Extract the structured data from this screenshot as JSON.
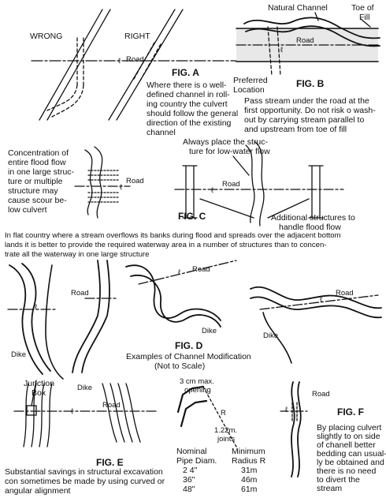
{
  "figA": {
    "wrong": "WRONG",
    "right": "RIGHT",
    "road": "Road",
    "title": "FIG. A",
    "caption": [
      "Where there is o well-",
      "defined channel in roll-",
      "ing country the culvert",
      "should follow the general",
      "direction of the existing",
      "channel"
    ]
  },
  "figB": {
    "natural_channel": "Natural Channel",
    "toe": [
      "Toe of",
      "Fill"
    ],
    "road": "Road",
    "preferred": [
      "Preferred",
      "Location"
    ],
    "title": "FIG. B",
    "caption": [
      "Pass stream under the road at the",
      "first opportunity. Do not risk o wash-",
      "out by carrying stream parallel to",
      "and upstream from toe of fill"
    ]
  },
  "figC": {
    "left_note": [
      "Concentration of",
      "entire flood flow",
      "in one large struc-",
      "ture or multiple",
      "structure may",
      "cause scour be-",
      "low culvert"
    ],
    "top_note": [
      "Always place the struc-",
      "ture for low-water flow"
    ],
    "road": "Road",
    "title": "FIG. C",
    "additional": [
      "Additional structures to",
      "handle flood flow"
    ],
    "caption": [
      "In flat country where a stream overflows its banks during flood and spreads over the adjacent bottom",
      "lands it is better to provide the required waterway area in a number of structures than to concen-",
      "trate all the waterway in one large structure"
    ]
  },
  "figD": {
    "road1": "Road",
    "road2": "Road",
    "road3": "Road",
    "dike1": "Dike",
    "dike2": "Dike",
    "dike3": "Dike",
    "dike4": "Dike",
    "title": "FIG. D",
    "caption": [
      "Examples of Channel Modification",
      "(Not to Scale)"
    ]
  },
  "figE": {
    "junction": [
      "Junction",
      "Box"
    ],
    "road": "Road",
    "opening": [
      "3 cm max.",
      "opening"
    ],
    "joints": [
      "1.22m.",
      "joints"
    ],
    "r": "R",
    "title": "FIG. E",
    "caption": [
      "Substantial savings in structural excavation",
      "con sometimes be made by using curved or",
      "angular alignment"
    ],
    "table": {
      "col1": [
        "Nominal",
        "Pipe Diam."
      ],
      "col2": [
        "Minimum",
        "Radius R"
      ],
      "rows": [
        [
          "2 4\"",
          "31m"
        ],
        [
          "36\"",
          "46m"
        ],
        [
          "48\"",
          "61m"
        ]
      ]
    }
  },
  "figF": {
    "road": "Road",
    "title": "FIG. F",
    "caption": [
      "By placing culvert",
      "slightly to on side",
      "of chanell better",
      "bedding can usual-",
      "ly be obtained and",
      "there is no need",
      "to divert the",
      "stream"
    ]
  },
  "symbols": {
    "centerline": "ℓ"
  }
}
